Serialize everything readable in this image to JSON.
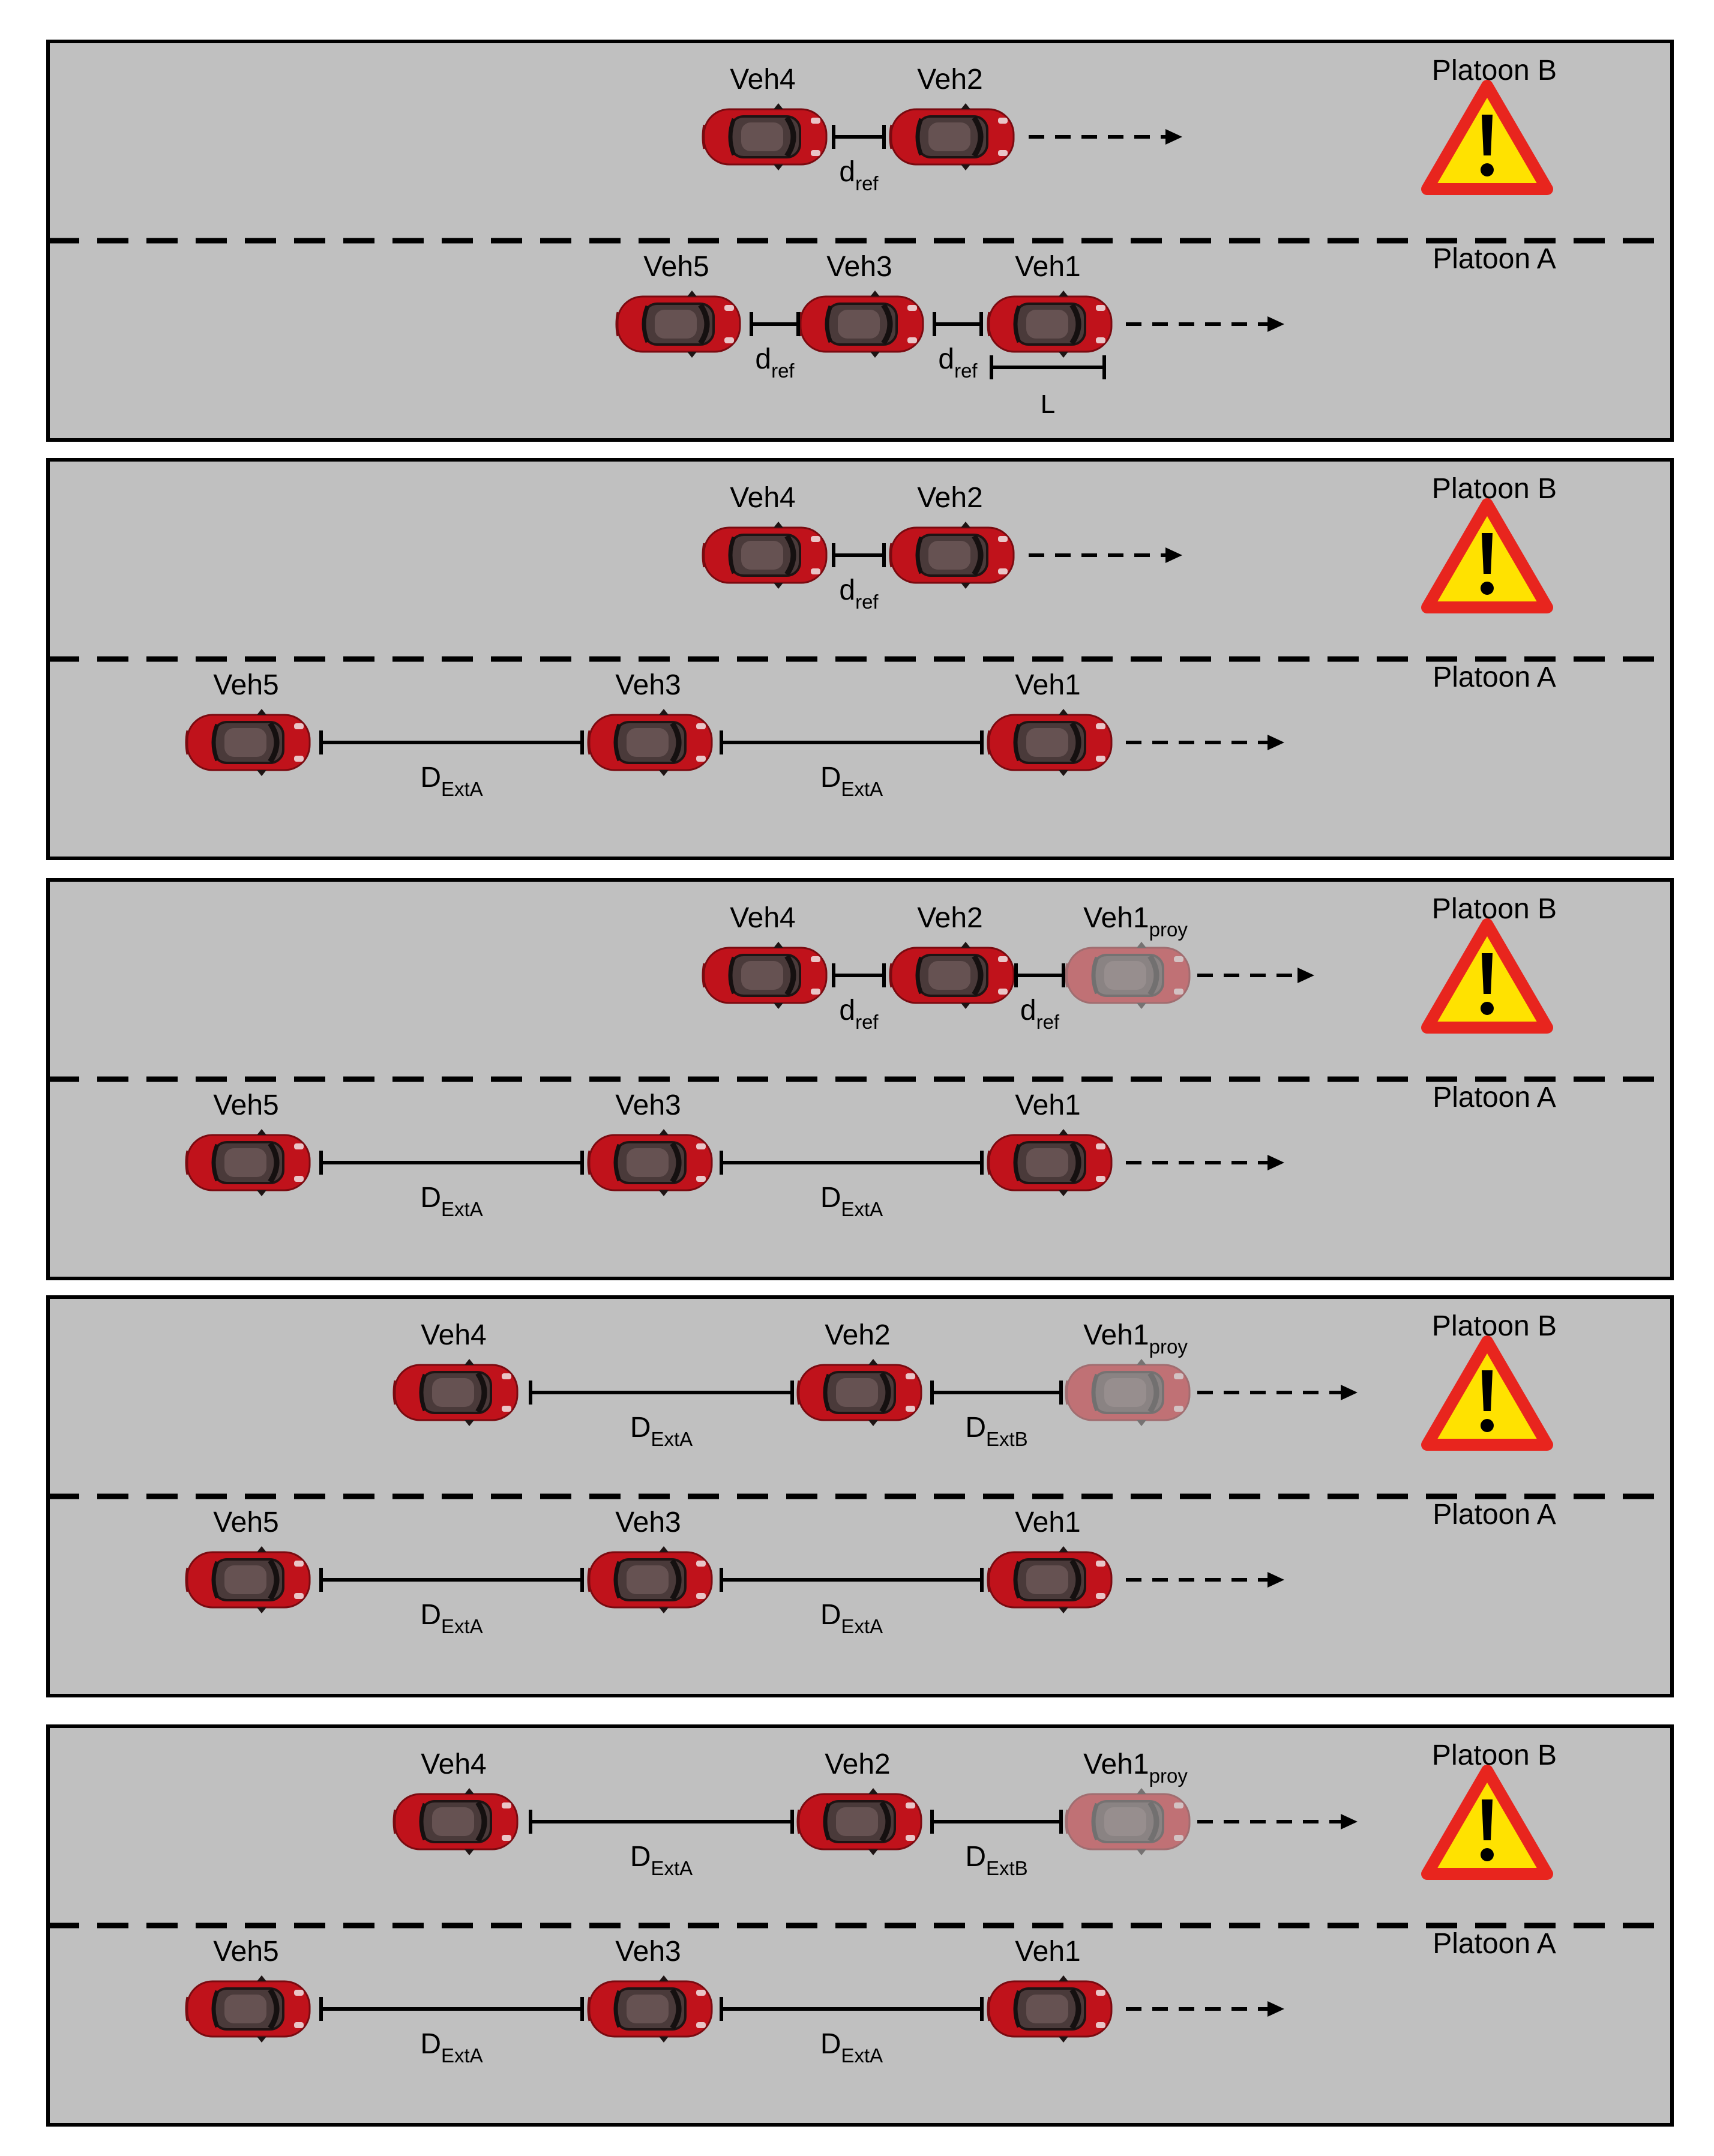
{
  "colors": {
    "road": "#c0c0c0",
    "border": "#000000",
    "car_body": "#c0121b",
    "car_cabin": "#4a3a3a",
    "warning_fill": "#ffe200",
    "warning_edge": "#e8251e"
  },
  "platoon_labels": {
    "b": "Platoon B",
    "a": "Platoon A"
  },
  "panels": [
    {
      "lane_b": {
        "vehicles": [
          {
            "label": "Veh4",
            "sub": "",
            "ghost": false
          },
          {
            "label": "Veh2",
            "sub": "",
            "ghost": false
          }
        ],
        "gaps": [
          {
            "main": "d",
            "sub": "ref"
          }
        ]
      },
      "lane_a": {
        "vehicles": [
          {
            "label": "Veh5",
            "sub": "",
            "ghost": false
          },
          {
            "label": "Veh3",
            "sub": "",
            "ghost": false
          },
          {
            "label": "Veh1",
            "sub": "",
            "ghost": false
          }
        ],
        "gaps": [
          {
            "main": "d",
            "sub": "ref"
          },
          {
            "main": "d",
            "sub": "ref"
          }
        ],
        "length_label": "L"
      }
    },
    {
      "lane_b": {
        "vehicles": [
          {
            "label": "Veh4",
            "sub": "",
            "ghost": false
          },
          {
            "label": "Veh2",
            "sub": "",
            "ghost": false
          }
        ],
        "gaps": [
          {
            "main": "d",
            "sub": "ref"
          }
        ]
      },
      "lane_a": {
        "vehicles": [
          {
            "label": "Veh5",
            "sub": "",
            "ghost": false
          },
          {
            "label": "Veh3",
            "sub": "",
            "ghost": false
          },
          {
            "label": "Veh1",
            "sub": "",
            "ghost": false
          }
        ],
        "gaps": [
          {
            "main": "D",
            "sub": "ExtA"
          },
          {
            "main": "D",
            "sub": "ExtA"
          }
        ]
      }
    },
    {
      "lane_b": {
        "vehicles": [
          {
            "label": "Veh4",
            "sub": "",
            "ghost": false
          },
          {
            "label": "Veh2",
            "sub": "",
            "ghost": false
          },
          {
            "label": "Veh1",
            "sub": "proy",
            "ghost": true
          }
        ],
        "gaps": [
          {
            "main": "d",
            "sub": "ref"
          },
          {
            "main": "d",
            "sub": "ref"
          }
        ]
      },
      "lane_a": {
        "vehicles": [
          {
            "label": "Veh5",
            "sub": "",
            "ghost": false
          },
          {
            "label": "Veh3",
            "sub": "",
            "ghost": false
          },
          {
            "label": "Veh1",
            "sub": "",
            "ghost": false
          }
        ],
        "gaps": [
          {
            "main": "D",
            "sub": "ExtA"
          },
          {
            "main": "D",
            "sub": "ExtA"
          }
        ]
      }
    },
    {
      "lane_b": {
        "vehicles": [
          {
            "label": "Veh4",
            "sub": "",
            "ghost": false
          },
          {
            "label": "Veh2",
            "sub": "",
            "ghost": false
          },
          {
            "label": "Veh1",
            "sub": "proy",
            "ghost": true
          }
        ],
        "gaps": [
          {
            "main": "D",
            "sub": "ExtA"
          },
          {
            "main": "D",
            "sub": "ExtB"
          }
        ]
      },
      "lane_a": {
        "vehicles": [
          {
            "label": "Veh5",
            "sub": "",
            "ghost": false
          },
          {
            "label": "Veh3",
            "sub": "",
            "ghost": false
          },
          {
            "label": "Veh1",
            "sub": "",
            "ghost": false
          }
        ],
        "gaps": [
          {
            "main": "D",
            "sub": "ExtA"
          },
          {
            "main": "D",
            "sub": "ExtA"
          }
        ]
      }
    },
    {
      "lane_b": {
        "vehicles": [
          {
            "label": "Veh4",
            "sub": "",
            "ghost": false
          },
          {
            "label": "Veh2",
            "sub": "",
            "ghost": false
          },
          {
            "label": "Veh1",
            "sub": "proy",
            "ghost": true
          }
        ],
        "gaps": [
          {
            "main": "D",
            "sub": "ExtA"
          },
          {
            "main": "D",
            "sub": "ExtB"
          }
        ]
      },
      "lane_a": {
        "vehicles": [
          {
            "label": "Veh5",
            "sub": "",
            "ghost": false
          },
          {
            "label": "Veh3",
            "sub": "",
            "ghost": false
          },
          {
            "label": "Veh1",
            "sub": "",
            "ghost": false
          }
        ],
        "gaps": [
          {
            "main": "D",
            "sub": "ExtA"
          },
          {
            "main": "D",
            "sub": "ExtA"
          }
        ]
      }
    }
  ]
}
